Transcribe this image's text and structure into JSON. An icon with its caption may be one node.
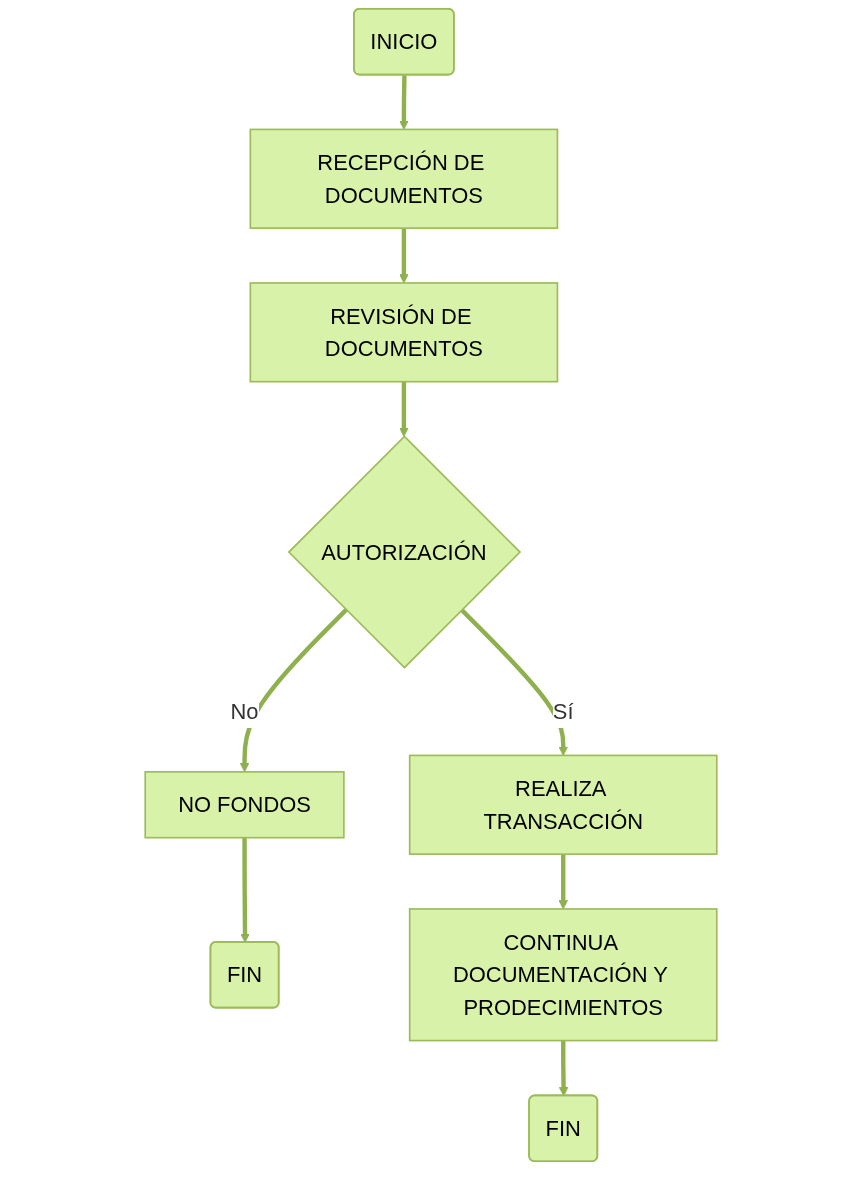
{
  "diagram": {
    "nodes": [
      {
        "text": [
          "INICIO"
        ]
      },
      {
        "text": [
          "RECEPCIÓN DE DOCUMENTOS"
        ]
      },
      {
        "text": [
          "REVISIÓN DE DOCUMENTOS"
        ]
      },
      {
        "text": [
          "AUTORIZACIÓN"
        ]
      },
      {
        "text": [
          "NO FONDOS"
        ]
      },
      {
        "text": [
          "FIN"
        ]
      },
      {
        "text": [
          "REALIZA TRANSACCIÓN"
        ]
      },
      {
        "text": [
          "CONTINUA DOCUMENTACIÓN Y PRODECIMIENTOS"
        ]
      },
      {
        "text": [
          "FIN"
        ]
      }
    ],
    "edges": [
      {
        "from": 0,
        "to": 1,
        "arrow": "to"
      },
      {
        "from": 1,
        "to": 2,
        "arrow": "to"
      },
      {
        "from": 2,
        "to": 3,
        "arrow": "to"
      },
      {
        "from": 3,
        "to": 4,
        "arrow": "to",
        "label": "No"
      },
      {
        "from": 4,
        "to": 5,
        "arrow": "to"
      },
      {
        "from": 3,
        "to": 6,
        "arrow": "to",
        "label": "Sí"
      },
      {
        "from": 6,
        "to": 7,
        "arrow": "to"
      },
      {
        "from": 7,
        "to": 8,
        "arrow": "to"
      }
    ]
  }
}
